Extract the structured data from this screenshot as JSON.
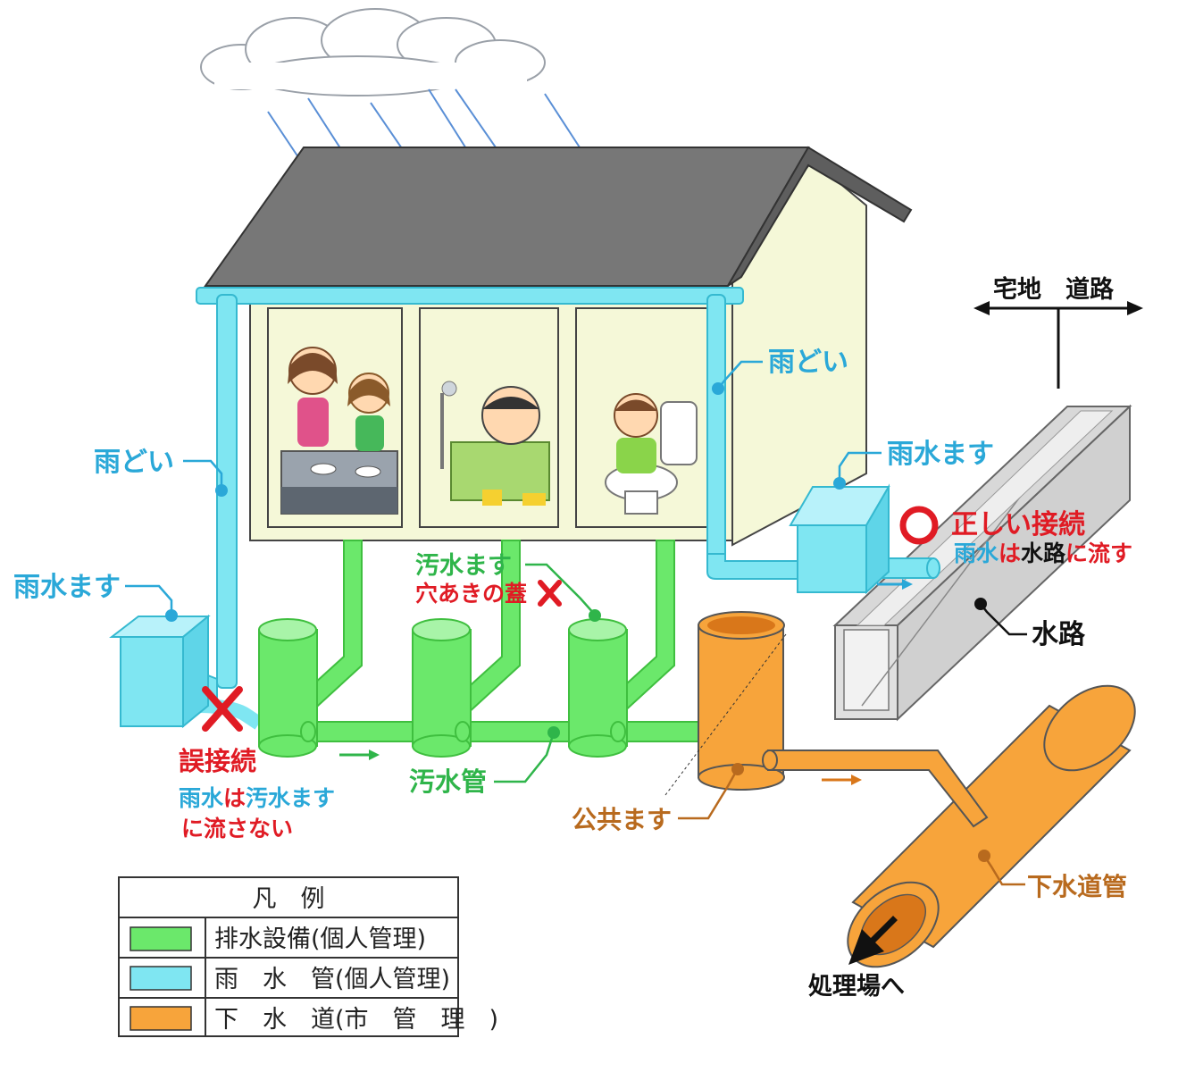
{
  "colors": {
    "drain_green": "#6be86b",
    "drain_green_dark": "#3fbf3f",
    "rain_cyan": "#7fe6f2",
    "rain_cyan_dark": "#35b9d0",
    "sewer_orange": "#f7a43b",
    "sewer_orange_dark": "#d9771a",
    "label_cyan": "#2aa8d8",
    "label_green": "#2fb54a",
    "label_red": "#e01b24",
    "label_brown": "#b86a1e",
    "house_wall": "#f5f8d8",
    "roof": "#777777"
  },
  "labels": {
    "plot_road": "宅地　道路",
    "amadoi_right": "雨どい",
    "amadoi_left": "雨どい",
    "usuimasu_left": "雨水ます",
    "usuimasu_right": "雨水ます",
    "correct_title": "正しい接続",
    "correct_sub_rain": "雨水",
    "correct_sub_wa": "は",
    "correct_sub_suiro": "水路",
    "correct_sub_end": "に流す",
    "suiro": "水路",
    "osuimasu": "汚水ます",
    "hole_lid": "穴あきの蓋",
    "wrong_title": "誤接続",
    "wrong_l1_rain": "雨水",
    "wrong_l1_wa": "は",
    "wrong_l1_rest": "汚水ます",
    "wrong_l2": "に流さない",
    "osuikan": "汚水管",
    "kokyomasu": "公共ます",
    "gesuidokan": "下水道管",
    "to_plant": "処理場へ"
  },
  "legend": {
    "title": "凡　例",
    "items": [
      {
        "label": "排水設備(個人管理)",
        "color": "#6be86b"
      },
      {
        "label": "雨　水　管(個人管理)",
        "color": "#7fe6f2"
      },
      {
        "label": "下　水　道(市　管　理　)",
        "color": "#f7a43b"
      }
    ]
  }
}
